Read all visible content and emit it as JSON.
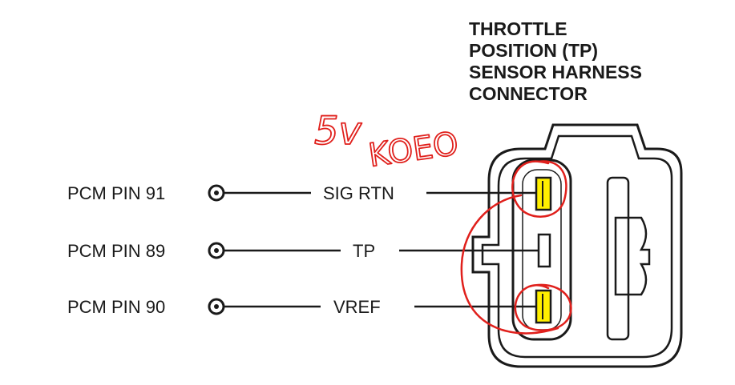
{
  "title_lines": [
    "THROTTLE",
    "POSITION (TP)",
    "SENSOR HARNESS",
    "CONNECTOR"
  ],
  "pins": [
    {
      "pcm_label": "PCM PIN 91",
      "signal": "SIG RTN"
    },
    {
      "pcm_label": "PCM PIN 89",
      "signal": "TP"
    },
    {
      "pcm_label": "PCM PIN 90",
      "signal": "VREF"
    }
  ],
  "annotation": {
    "voltage": "5v",
    "condition": "KOEO"
  },
  "colors": {
    "line": "#1a1a1a",
    "highlight": "#ffef00",
    "annotation": "#e0201c"
  }
}
